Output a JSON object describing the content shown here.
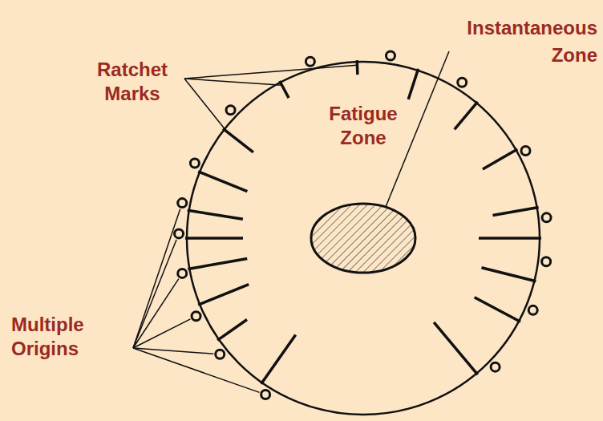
{
  "diagram": {
    "nodes": [
      {
        "text": [
          "Fatigue Zone"
        ]
      }
    ],
    "labels": [
      "Ratchet Marks",
      "Instantaneous Zone",
      "Multiple Origins"
    ]
  }
}
